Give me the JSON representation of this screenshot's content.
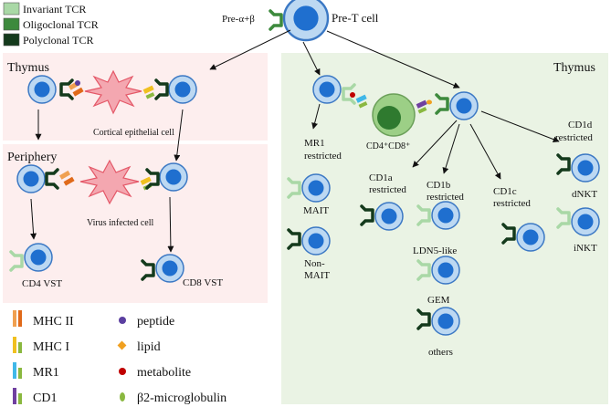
{
  "legend": {
    "tcr_types": [
      {
        "label": "Invariant TCR",
        "color": "#a9d8a6"
      },
      {
        "label": "Oligoclonal TCR",
        "color": "#3d8a3d"
      },
      {
        "label": "Polyclonal TCR",
        "color": "#143a1c"
      }
    ],
    "molecules": [
      {
        "label": "MHC II",
        "icon": "mhc-ii-icon"
      },
      {
        "label": "MHC I",
        "icon": "mhc-i-icon"
      },
      {
        "label": "MR1",
        "icon": "mr1-icon"
      },
      {
        "label": "CD1",
        "icon": "cd1-icon"
      }
    ],
    "antigens": [
      {
        "label": "peptide",
        "icon": "peptide-icon"
      },
      {
        "label": "lipid",
        "icon": "lipid-icon"
      },
      {
        "label": "metabolite",
        "icon": "metabolite-icon"
      },
      {
        "label": "β2-microglobulin",
        "icon": "b2m-icon"
      }
    ]
  },
  "top": {
    "pre_tcr_label": "Pre-α+β",
    "pre_t_cell_label": "Pre-T cell"
  },
  "left_panel": {
    "thymus_label": "Thymus",
    "cortical_label": "Cortical epithelial cell",
    "periphery_label": "Periphery",
    "virus_label": "Virus infected cell",
    "cd4_label": "CD4 VST",
    "cd8_label": "CD8 VST"
  },
  "right_panel": {
    "thymus_label": "Thymus",
    "dp_label": "CD4⁺CD8⁺",
    "mr1_restricted": [
      "MR1",
      "restricted"
    ],
    "mait": "MAIT",
    "non_mait": [
      "Non-",
      "MAIT"
    ],
    "cd1a": [
      "CD1a",
      "restricted"
    ],
    "cd1b": [
      "CD1b",
      "restricted"
    ],
    "cd1c": [
      "CD1c",
      "restricted"
    ],
    "cd1d": [
      "CD1d",
      "restricted"
    ],
    "ldn5": "LDN5-like",
    "gem": "GEM",
    "others": "others",
    "dnkt": "dNKT",
    "inkt": "iNKT"
  },
  "colors": {
    "left_panel_bg": "#fdeeee",
    "right_panel_bg": "#eaf3e4",
    "cell_fill": "#bcd8f2",
    "cell_nucleus": "#1f6fcf",
    "epithelial_fill": "#f4a7b0",
    "dp_cell_fill": "#9ccf86",
    "dp_nucleus": "#2f7a2f"
  }
}
